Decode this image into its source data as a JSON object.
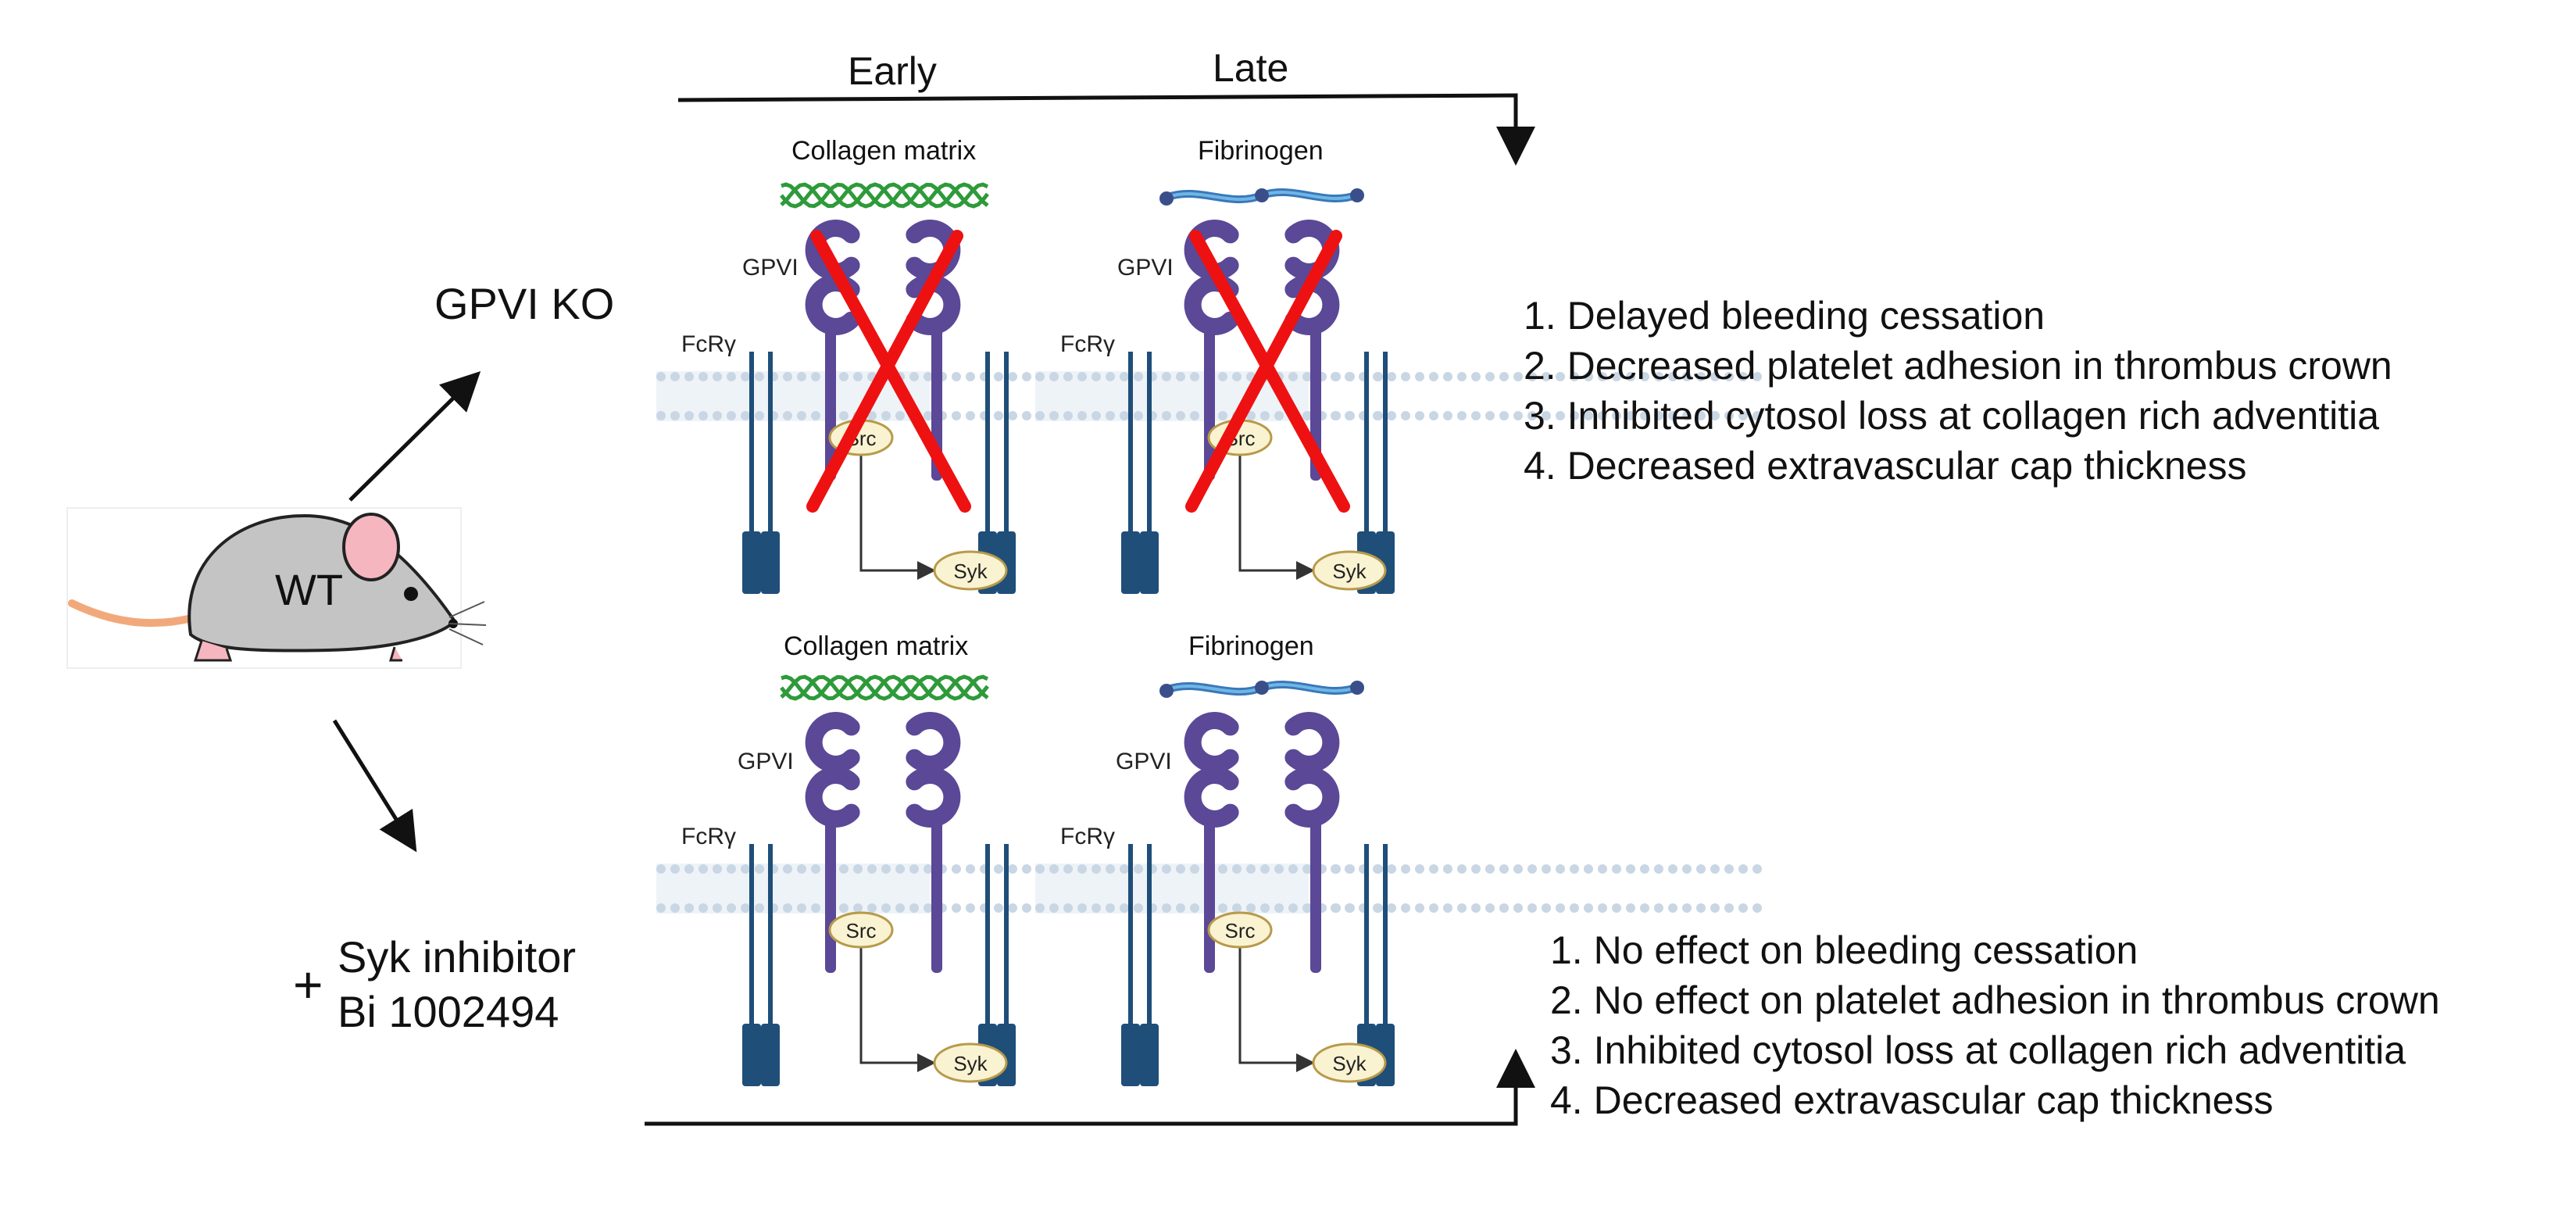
{
  "timeline": {
    "early": "Early",
    "late": "Late"
  },
  "conditions": {
    "gpvi_ko": "GPVI KO",
    "wt": "WT",
    "plus": "+",
    "syk_line1": "Syk inhibitor",
    "syk_line2": "Bi 1002494"
  },
  "panels": [
    {
      "ligand": "Collagen matrix",
      "gpvi": "GPVI",
      "fcr": "FcRγ",
      "src": "Src",
      "syk": "Syk",
      "blocked": true
    },
    {
      "ligand": "Fibrinogen",
      "gpvi": "GPVI",
      "fcr": "FcRγ",
      "src": "Src",
      "syk": "Syk",
      "blocked": true
    },
    {
      "ligand": "Collagen matrix",
      "gpvi": "GPVI",
      "fcr": "FcRγ",
      "src": "Src",
      "syk": "Syk",
      "blocked": false
    },
    {
      "ligand": "Fibrinogen",
      "gpvi": "GPVI",
      "fcr": "FcRγ",
      "src": "Src",
      "syk": "Syk",
      "blocked": false
    }
  ],
  "effects_ko": [
    "1. Delayed bleeding cessation",
    "2. Decreased platelet adhesion in thrombus crown",
    "3. Inhibited cytosol loss at collagen rich adventitia",
    "4. Decreased extravascular cap thickness"
  ],
  "effects_syk": [
    "1. No effect on bleeding cessation",
    "2. No effect on platelet adhesion in thrombus crown",
    "3. Inhibited cytosol loss at collagen rich adventitia",
    "4. Decreased extravascular cap thickness"
  ],
  "colors": {
    "receptor": "#5b4897",
    "fcr": "#1f4e79",
    "collagen": "#2e9a3a",
    "fibrinogen": "#3a78b8",
    "membrane": "#c9d6e4",
    "cross": "#ee1111",
    "kinase_fill": "#faf3d2",
    "kinase_stroke": "#b79a4a"
  }
}
